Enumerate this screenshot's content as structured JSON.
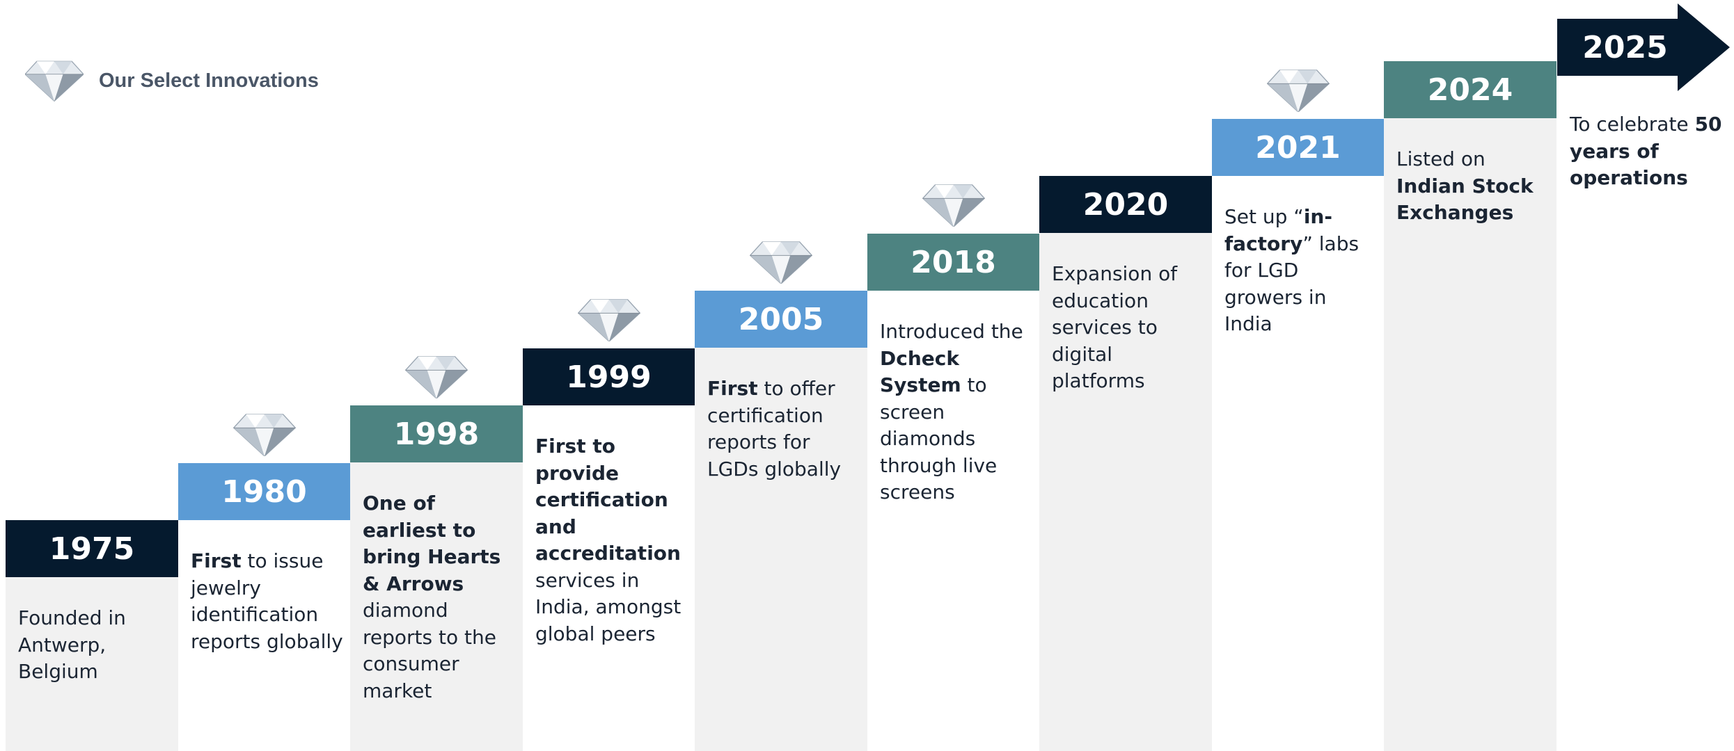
{
  "header": {
    "title": "Our Select Innovations"
  },
  "colors": {
    "navy": "#051a2e",
    "blue": "#5b9bd5",
    "teal": "#4d8381",
    "panel": "#f1f1f1"
  },
  "milestones": [
    {
      "year": "1975",
      "color": "navy",
      "gem": false,
      "parts": [
        {
          "t": "Founded in Antwerp, Belgium",
          "b": false
        }
      ]
    },
    {
      "year": "1980",
      "color": "blue",
      "gem": true,
      "parts": [
        {
          "t": "First",
          "b": true
        },
        {
          "t": " to issue jewelry identification reports globally",
          "b": false
        }
      ]
    },
    {
      "year": "1998",
      "color": "teal",
      "gem": true,
      "parts": [
        {
          "t": "One of earliest to bring Hearts & Arrows",
          "b": true
        },
        {
          "t": " diamond reports to the consumer market",
          "b": false
        }
      ]
    },
    {
      "year": "1999",
      "color": "navy",
      "gem": true,
      "parts": [
        {
          "t": "First to provide certification and accreditation",
          "b": true
        },
        {
          "t": " services in India, amongst global peers",
          "b": false
        }
      ]
    },
    {
      "year": "2005",
      "color": "blue",
      "gem": true,
      "parts": [
        {
          "t": "First",
          "b": true
        },
        {
          "t": " to offer certification reports for LGDs globally",
          "b": false
        }
      ]
    },
    {
      "year": "2018",
      "color": "teal",
      "gem": true,
      "parts": [
        {
          "t": "Introduced the ",
          "b": false
        },
        {
          "t": "Dcheck System",
          "b": true
        },
        {
          "t": " to screen diamonds through live screens",
          "b": false
        }
      ]
    },
    {
      "year": "2020",
      "color": "navy",
      "gem": false,
      "parts": [
        {
          "t": "Expansion of education services to digital platforms",
          "b": false
        }
      ]
    },
    {
      "year": "2021",
      "color": "blue",
      "gem": true,
      "parts": [
        {
          "t": "Set up “",
          "b": false
        },
        {
          "t": "in-factory",
          "b": true
        },
        {
          "t": "” labs for LGD growers in India",
          "b": false
        }
      ]
    },
    {
      "year": "2024",
      "color": "teal",
      "gem": false,
      "parts": [
        {
          "t": "Listed on ",
          "b": false
        },
        {
          "t": "Indian Stock Exchanges",
          "b": true
        }
      ]
    }
  ],
  "final": {
    "year": "2025",
    "parts": [
      {
        "t": "To celebrate ",
        "b": false
      },
      {
        "t": "50 years of operations",
        "b": true
      }
    ]
  }
}
